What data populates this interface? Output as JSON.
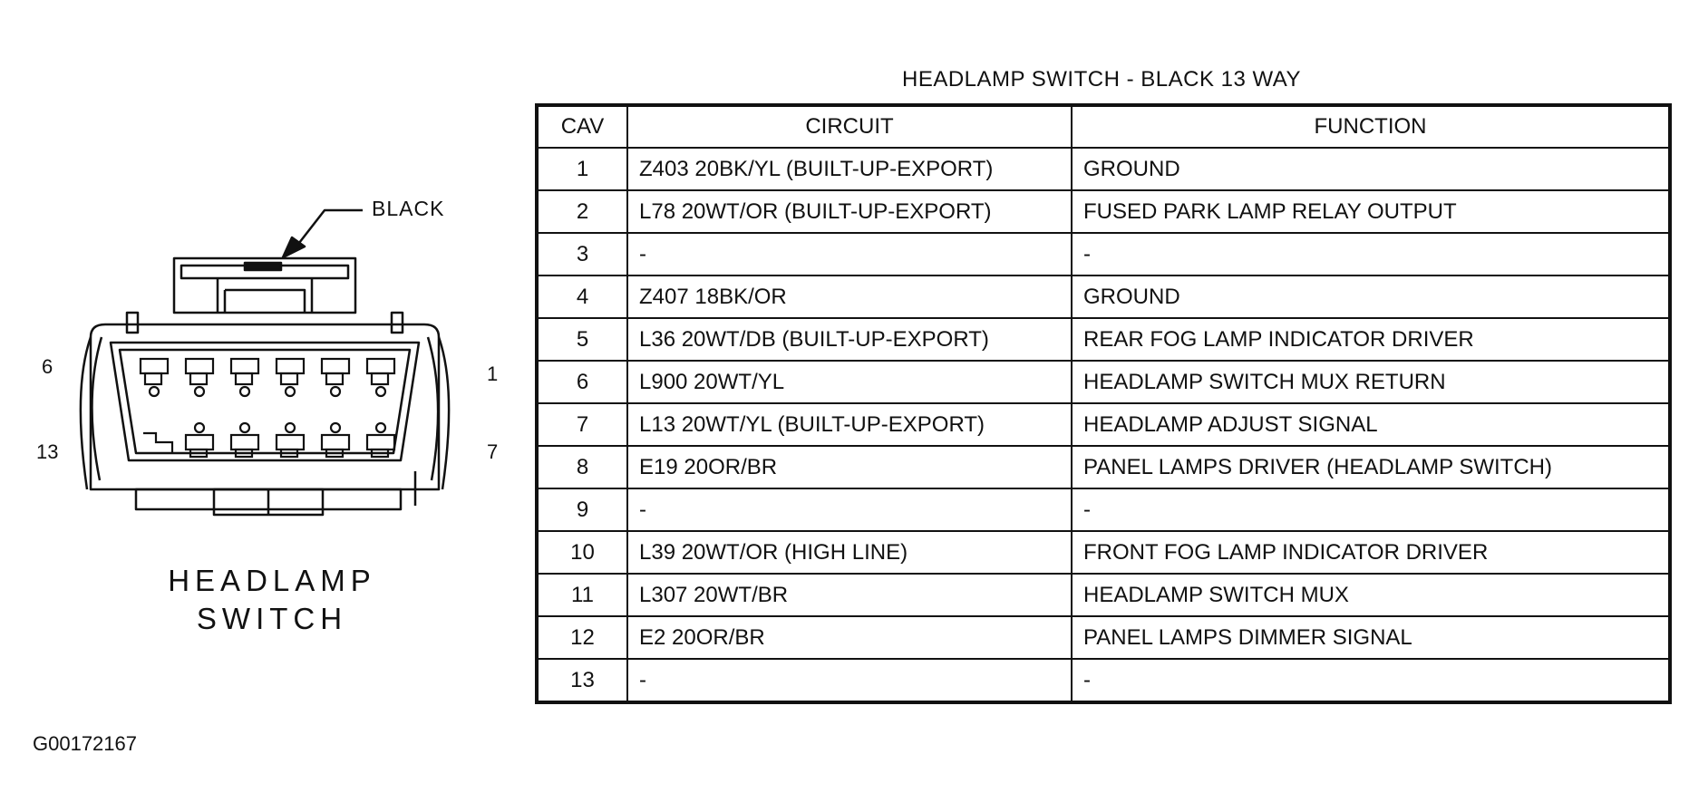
{
  "component": {
    "color_label": "BLACK",
    "name_line1": "HEADLAMP",
    "name_line2": "SWITCH",
    "pin_labels": {
      "top_left": "6",
      "top_right": "1",
      "bottom_left": "13",
      "bottom_right": "7"
    }
  },
  "figure_id": "G00172167",
  "table": {
    "title": "HEADLAMP SWITCH - BLACK 13 WAY",
    "headers": [
      "CAV",
      "CIRCUIT",
      "FUNCTION"
    ],
    "rows": [
      {
        "cav": "1",
        "circuit": "Z403 20BK/YL (BUILT-UP-EXPORT)",
        "function": "GROUND"
      },
      {
        "cav": "2",
        "circuit": "L78 20WT/OR (BUILT-UP-EXPORT)",
        "function": "FUSED PARK LAMP RELAY OUTPUT"
      },
      {
        "cav": "3",
        "circuit": "-",
        "function": "-"
      },
      {
        "cav": "4",
        "circuit": "Z407 18BK/OR",
        "function": "GROUND"
      },
      {
        "cav": "5",
        "circuit": "L36 20WT/DB (BUILT-UP-EXPORT)",
        "function": "REAR FOG LAMP INDICATOR DRIVER"
      },
      {
        "cav": "6",
        "circuit": "L900 20WT/YL",
        "function": "HEADLAMP SWITCH MUX RETURN"
      },
      {
        "cav": "7",
        "circuit": "L13 20WT/YL (BUILT-UP-EXPORT)",
        "function": "HEADLAMP ADJUST SIGNAL"
      },
      {
        "cav": "8",
        "circuit": "E19 20OR/BR",
        "function": "PANEL LAMPS DRIVER (HEADLAMP SWITCH)"
      },
      {
        "cav": "9",
        "circuit": "-",
        "function": "-"
      },
      {
        "cav": "10",
        "circuit": "L39 20WT/OR (HIGH LINE)",
        "function": "FRONT FOG LAMP INDICATOR DRIVER"
      },
      {
        "cav": "11",
        "circuit": "L307 20WT/BR",
        "function": "HEADLAMP SWITCH MUX"
      },
      {
        "cav": "12",
        "circuit": "E2 20OR/BR",
        "function": "PANEL LAMPS DIMMER SIGNAL"
      },
      {
        "cav": "13",
        "circuit": "-",
        "function": "-"
      }
    ]
  }
}
